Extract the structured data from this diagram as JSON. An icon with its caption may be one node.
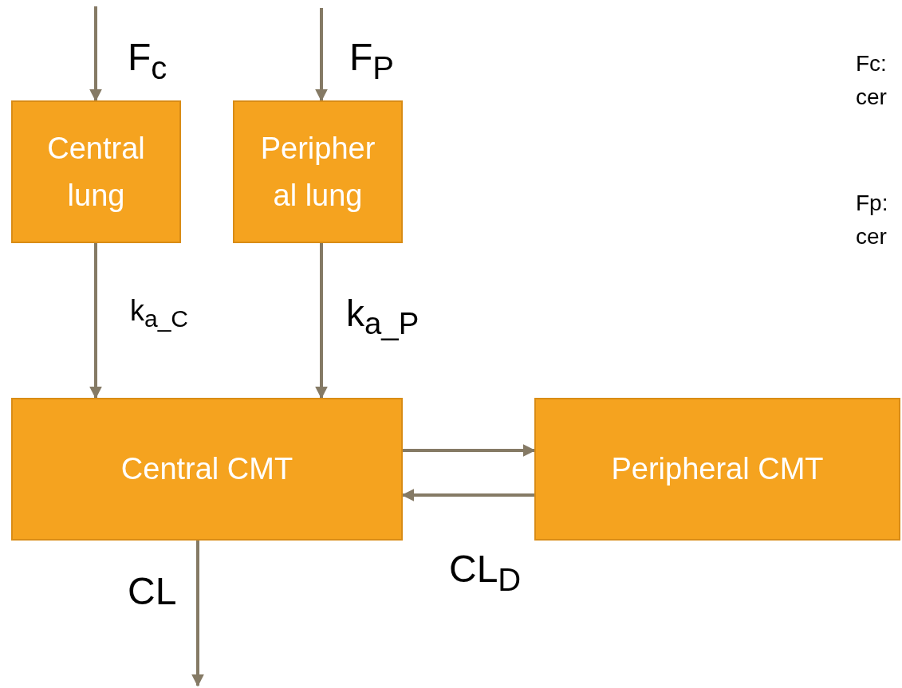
{
  "diagram": {
    "nodes": [
      {
        "text": [
          "Central lung"
        ]
      },
      {
        "text": [
          "Peripheral lung"
        ]
      },
      {
        "text": [
          "Central CMT"
        ]
      },
      {
        "text": [
          "Peripheral CMT"
        ]
      }
    ],
    "edges": [
      {
        "from": null,
        "to": 0,
        "arrow": "to",
        "label": "F$_{c}$"
      },
      {
        "from": null,
        "to": 1,
        "arrow": "to",
        "label": "F$_{P}$"
      },
      {
        "from": 0,
        "to": 2,
        "arrow": "to",
        "label": "k$_{a_C}$"
      },
      {
        "from": 1,
        "to": 2,
        "arrow": "to",
        "label": "k$_{a_P}$"
      },
      {
        "from": 2,
        "to": 3,
        "arrow": "to"
      },
      {
        "from": 3,
        "to": 2,
        "arrow": "to"
      },
      {
        "from": 2,
        "to": null,
        "arrow": "to",
        "label": "CL"
      }
    ],
    "labels": [
      "CL$_{D}$",
      "Fc:",
      "cer",
      "Fp:",
      "cer"
    ]
  }
}
